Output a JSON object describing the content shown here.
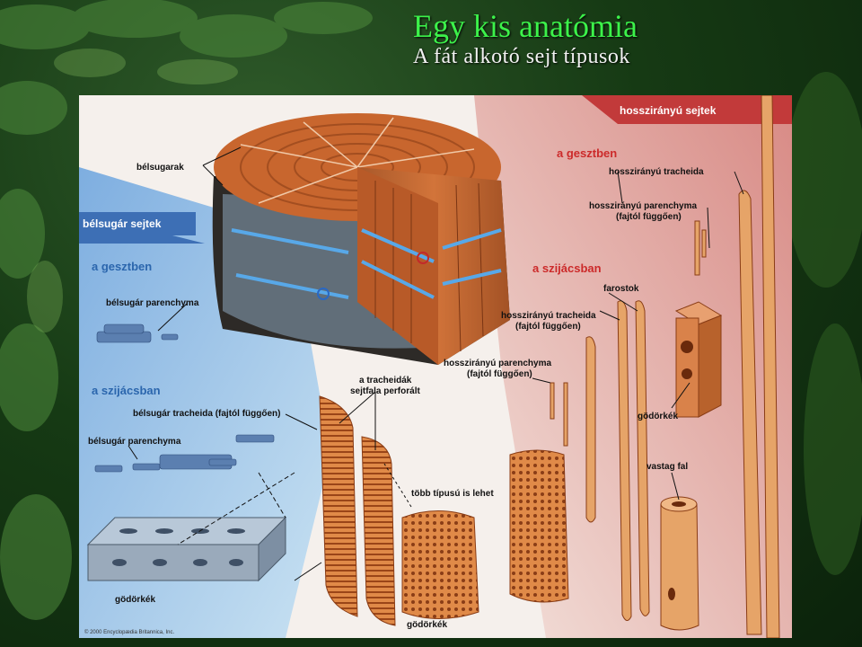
{
  "slide": {
    "title": "Egy kis anatómia",
    "subtitle": "A fát alkotó sejt típusok"
  },
  "diagram": {
    "headers": {
      "left": "bélsugár sejtek",
      "right": "hosszirányú sejtek"
    },
    "sections": {
      "heartwood_left": "a gesztben",
      "sapwood_left": "a szijácsban",
      "heartwood_right": "a gesztben",
      "sapwood_right": "a szijácsban"
    },
    "labels": {
      "rays": "bélsugarak",
      "ray_parenchyma_heartwood": "bélsugár parenchyma",
      "ray_tracheid_sapwood": "bélsugár tracheida (fajtól függően)",
      "ray_parenchyma_sapwood": "bélsugár parenchyma",
      "pits_left": "gödörkék",
      "tracheid_wall_perforated_1": "a tracheidák",
      "tracheid_wall_perforated_2": "sejtfala perforált",
      "many_types": "több típusú is lehet",
      "pits_center": "gödörkék",
      "long_tracheid_heartwood": "hosszirányú tracheida",
      "long_parenchyma_heartwood_1": "hosszirányú parenchyma",
      "long_parenchyma_heartwood_2": "(fajtól függően)",
      "fibers": "farostok",
      "long_tracheid_sapwood_1": "hosszirányú tracheida",
      "long_tracheid_sapwood_2": "(fajtól függően)",
      "long_parenchyma_sapwood_1": "hosszirányú parenchyma",
      "long_parenchyma_sapwood_2": "(fajtól függően)",
      "pits_right": "gödörkék",
      "thick_wall": "vastag fal"
    },
    "copyright": "© 2000 Encyclopædia Britannica, Inc."
  },
  "colors": {
    "title": "#3cf24a",
    "wood": "#c8662e",
    "bark": "#3a3530",
    "blue_bg": "#9cc4e6",
    "red_bg": "#e8b6b0"
  }
}
